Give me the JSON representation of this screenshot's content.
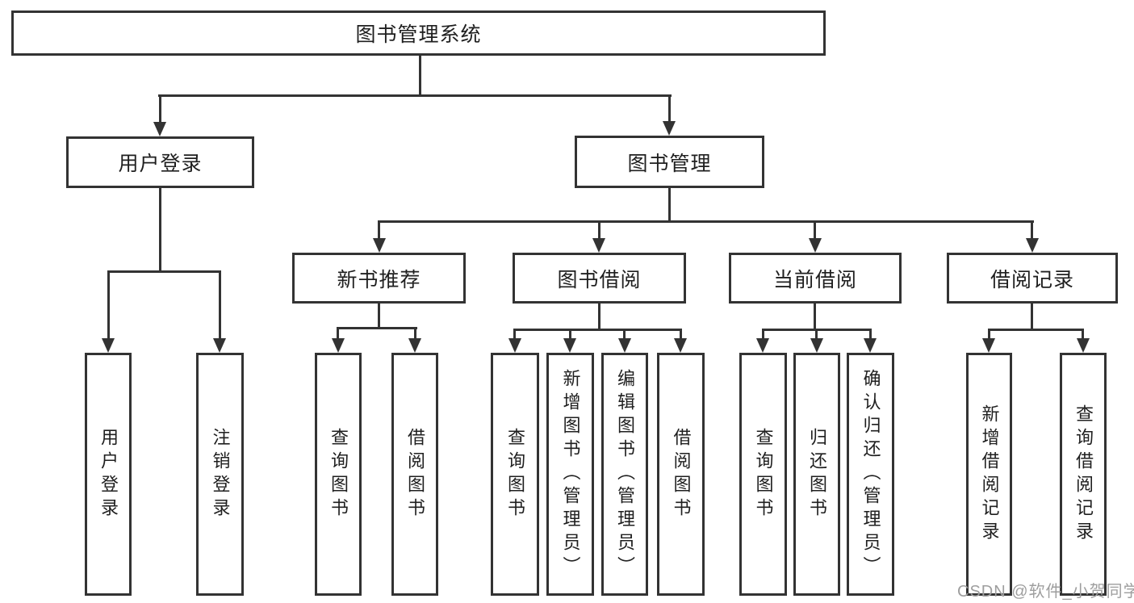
{
  "colors": {
    "background": "#ffffff",
    "line": "#333333",
    "text": "#1f1f1f",
    "watermark": "#9e9e9e"
  },
  "watermark": "CSDN @软件_小贺同学",
  "tree": {
    "root": "图书管理系统",
    "branches": [
      {
        "label": "用户登录",
        "children": [
          "用户登录",
          "注销登录"
        ]
      },
      {
        "label": "图书管理",
        "groups": [
          {
            "label": "新书推荐",
            "children": [
              "查询图书",
              "借阅图书"
            ]
          },
          {
            "label": "图书借阅",
            "children": [
              "查询图书",
              "新增图书（管理员）",
              "编辑图书（管理员）",
              "借阅图书"
            ]
          },
          {
            "label": "当前借阅",
            "children": [
              "查询图书",
              "归还图书",
              "确认归还（管理员）"
            ]
          },
          {
            "label": "借阅记录",
            "children": [
              "新增借阅记录",
              "查询借阅记录"
            ]
          }
        ]
      }
    ]
  }
}
